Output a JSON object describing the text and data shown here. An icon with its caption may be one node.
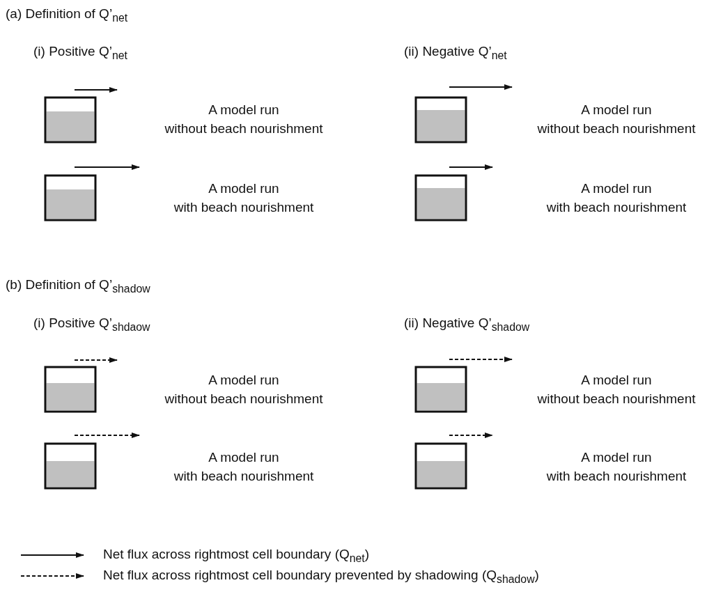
{
  "diagram": {
    "labels": [
      "(a) Definition of Q’$_{net}$",
      "(i) Positive Q’$_{net}$",
      "(ii) Negative Q’$_{net}$",
      "A model run without beach nourishment",
      "A model run without beach nourishment",
      "A model run with beach nourishment",
      "A model run with beach nourishment",
      "(b) Definition of Q’$_{shadow}$",
      "(i) Positive Q’$_{shdaow}$",
      "(ii) Negative Q’$_{shadow}$",
      "A model run without beach nourishment",
      "A model run without beach nourishment",
      "A model run with beach nourishment",
      "A model run with beach nourishment"
    ],
    "legend": [
      {
        "text": "Net flux across rightmost cell boundary (Q$_{net}$)"
      },
      {
        "text": "Net flux across rightmost cell boundary prevented by shadowing (Q$_{shadow}$)"
      }
    ]
  }
}
